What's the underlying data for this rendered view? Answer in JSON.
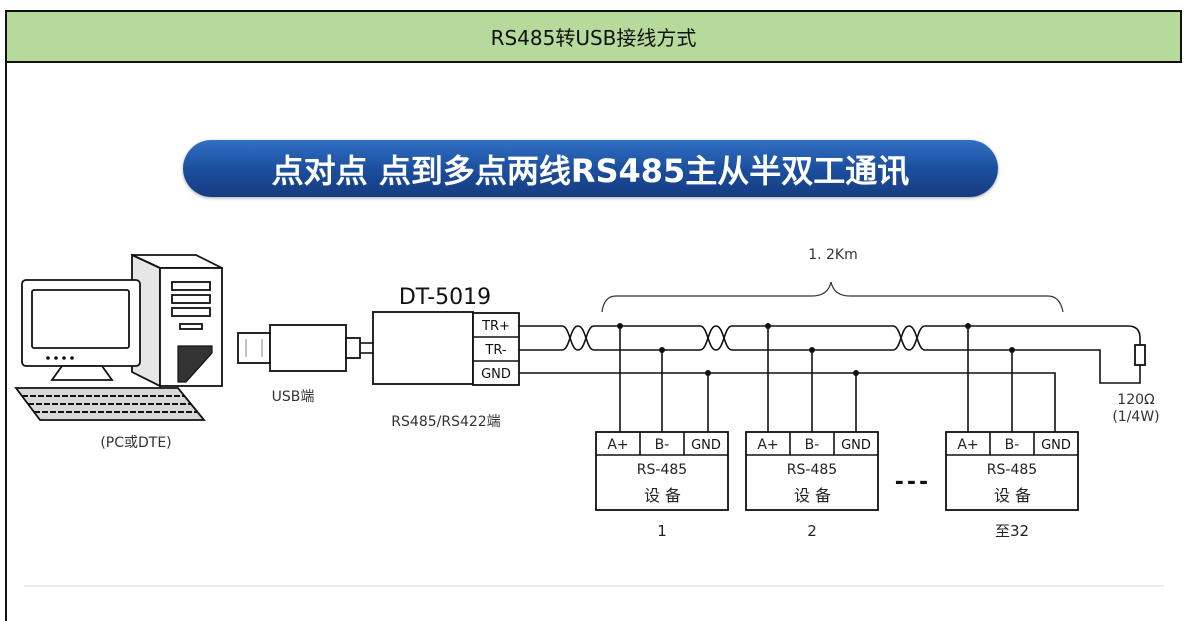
{
  "header": {
    "title": "RS485转USB接线方式"
  },
  "banner": {
    "text": "点对点 点到多点两线RS485主从半双工通讯"
  },
  "pc": {
    "label": "(PC或DTE)",
    "icon": "desktop-computer-icon"
  },
  "usb": {
    "label": "USB端",
    "icon": "usb-plug-icon"
  },
  "converter": {
    "model": "DT-5019",
    "terminals": [
      "TR+",
      "TR-",
      "GND"
    ],
    "port_label": "RS485/RS422端"
  },
  "cable": {
    "length": "1. 2Km"
  },
  "terminator": {
    "value": "120Ω",
    "rating": "(1/4W)",
    "icon": "resistor-icon"
  },
  "devices": [
    {
      "terminals": [
        "A+",
        "B-",
        "GND"
      ],
      "type": "RS-485",
      "name": "设备",
      "index": "1"
    },
    {
      "terminals": [
        "A+",
        "B-",
        "GND"
      ],
      "type": "RS-485",
      "name": "设备",
      "index": "2"
    },
    {
      "terminals": [
        "A+",
        "B-",
        "GND"
      ],
      "type": "RS-485",
      "name": "设备",
      "index": "至32"
    }
  ],
  "ellipsis": "---",
  "colors": {
    "header_bg": "#b6d99c",
    "banner_bg": "#1c4f9e",
    "banner_text": "#ffffff",
    "line": "#111111"
  }
}
